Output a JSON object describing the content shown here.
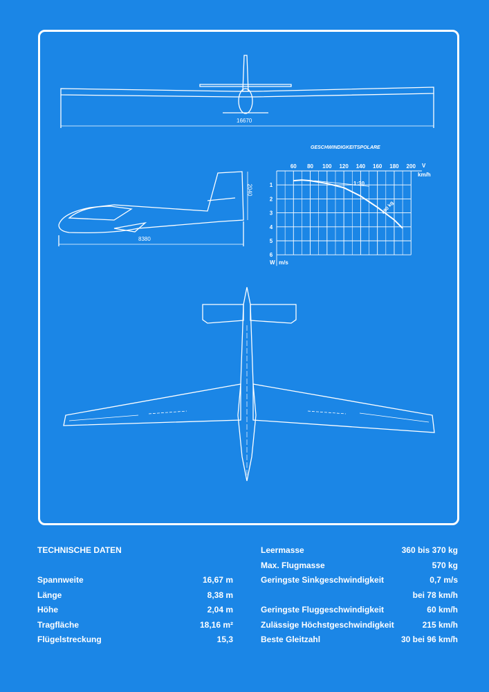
{
  "drawings": {
    "span_dim": "16670",
    "length_dim": "8380",
    "height_dim": "2040"
  },
  "chart_data": {
    "type": "line",
    "title": "GESCHWINDIGKEITSPOLARE",
    "xlabel_symbol": "V",
    "xlabel_unit": "km/h",
    "ylabel_symbol": "W",
    "ylabel_unit": "m/s",
    "xticks": [
      60,
      80,
      100,
      120,
      140,
      160,
      180,
      200
    ],
    "yticks": [
      1,
      2,
      3,
      4,
      5,
      6
    ],
    "xlim": [
      40,
      200
    ],
    "ylim": [
      0,
      6
    ],
    "series": [
      {
        "name": "490 kg",
        "x": [
          60,
          70,
          80,
          100,
          120,
          140,
          160,
          180,
          190
        ],
        "y": [
          0.7,
          0.65,
          0.7,
          0.9,
          1.2,
          1.8,
          2.6,
          3.5,
          4.1
        ]
      }
    ],
    "annotations": [
      "1:30",
      "490 kg"
    ]
  },
  "specs": {
    "title": "TECHNISCHE DATEN",
    "left": [
      {
        "label": "Spannweite",
        "value": "16,67 m"
      },
      {
        "label": "Länge",
        "value": "8,38 m"
      },
      {
        "label": "Höhe",
        "value": "2,04 m"
      },
      {
        "label": "Tragfläche",
        "value": "18,16 m²"
      },
      {
        "label": "Flügelstreckung",
        "value": "15,3"
      }
    ],
    "right": [
      {
        "label": "Leermasse",
        "value": "360 bis 370 kg"
      },
      {
        "label": "Max. Flugmasse",
        "value": "570 kg"
      },
      {
        "label": "Geringste Sinkgeschwindigkeit",
        "value": "0,7 m/s"
      },
      {
        "label": "",
        "value": "bei 78 km/h"
      },
      {
        "label": "Geringste Fluggeschwindigkeit",
        "value": "60 km/h"
      },
      {
        "label": "Zulässige Höchstgeschwindigkeit",
        "value": "215 km/h"
      },
      {
        "label": "Beste Gleitzahl",
        "value": "30 bei 96 km/h"
      }
    ]
  }
}
